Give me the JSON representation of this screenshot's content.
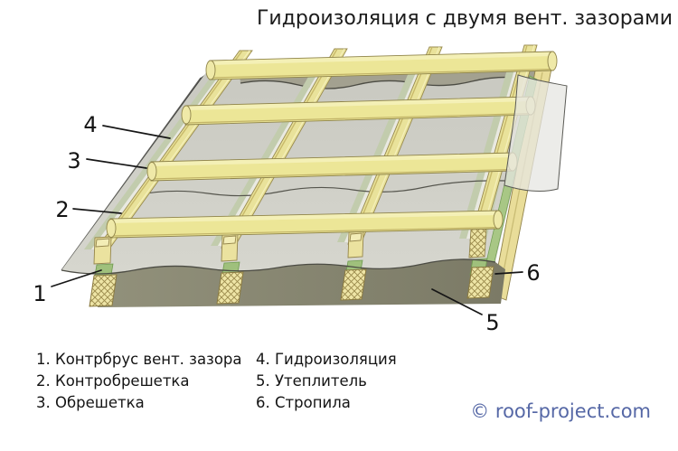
{
  "header": {
    "title": "Гидроизоляция с двумя вент. зазорами"
  },
  "diagram": {
    "description": "Разрез кровли: гидроизоляция с двумя вентиляционными зазорами",
    "callout_numbers": [
      "1",
      "2",
      "3",
      "4",
      "5",
      "6"
    ]
  },
  "legend": {
    "items": [
      "1. Контрбрус вент. зазора",
      "2. Контробрешетка",
      "3. Обрешетка",
      "4. Гидроизоляция",
      "5. Утеплитель",
      "6. Стропила"
    ]
  },
  "footer": {
    "watermark": "© roof-project.com"
  },
  "colors": {
    "wood": "#ece69c",
    "wood_edge": "#8f8449",
    "membrane": "#d0d0c8",
    "membrane_edge_line": "#4c4c44",
    "insulation_front": "#8d8c76",
    "insulation_top": "#a3a190",
    "vent_brus_green": "#9fc07c",
    "watermark_blue": "#5668a6",
    "text": "#141414"
  }
}
